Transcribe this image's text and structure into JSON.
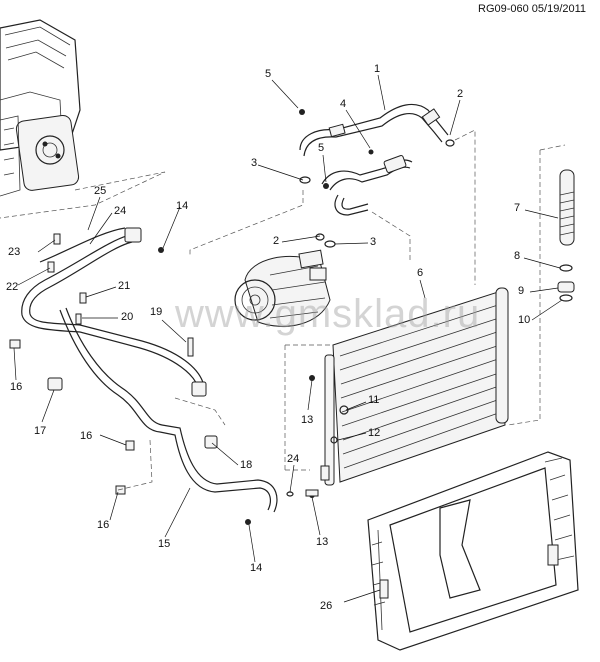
{
  "reference": "RG09-060 05/19/2011",
  "watermark": "www.gmsklad.ru",
  "callouts": [
    {
      "id": "c1",
      "text": "1"
    },
    {
      "id": "c2a",
      "text": "2"
    },
    {
      "id": "c2b",
      "text": "2"
    },
    {
      "id": "c3a",
      "text": "3"
    },
    {
      "id": "c3b",
      "text": "3"
    },
    {
      "id": "c4",
      "text": "4"
    },
    {
      "id": "c5a",
      "text": "5"
    },
    {
      "id": "c5b",
      "text": "5"
    },
    {
      "id": "c6",
      "text": "6"
    },
    {
      "id": "c7",
      "text": "7"
    },
    {
      "id": "c8",
      "text": "8"
    },
    {
      "id": "c9",
      "text": "9"
    },
    {
      "id": "c10",
      "text": "10"
    },
    {
      "id": "c11",
      "text": "11"
    },
    {
      "id": "c12",
      "text": "12"
    },
    {
      "id": "c13a",
      "text": "13"
    },
    {
      "id": "c13b",
      "text": "13"
    },
    {
      "id": "c14a",
      "text": "14"
    },
    {
      "id": "c14b",
      "text": "14"
    },
    {
      "id": "c15",
      "text": "15"
    },
    {
      "id": "c16a",
      "text": "16"
    },
    {
      "id": "c16b",
      "text": "16"
    },
    {
      "id": "c16c",
      "text": "16"
    },
    {
      "id": "c17",
      "text": "17"
    },
    {
      "id": "c18",
      "text": "18"
    },
    {
      "id": "c19",
      "text": "19"
    },
    {
      "id": "c20",
      "text": "20"
    },
    {
      "id": "c21",
      "text": "21"
    },
    {
      "id": "c22",
      "text": "22"
    },
    {
      "id": "c23",
      "text": "23"
    },
    {
      "id": "c24a",
      "text": "24"
    },
    {
      "id": "c24b",
      "text": "24"
    },
    {
      "id": "c25",
      "text": "25"
    },
    {
      "id": "c26",
      "text": "26"
    }
  ]
}
